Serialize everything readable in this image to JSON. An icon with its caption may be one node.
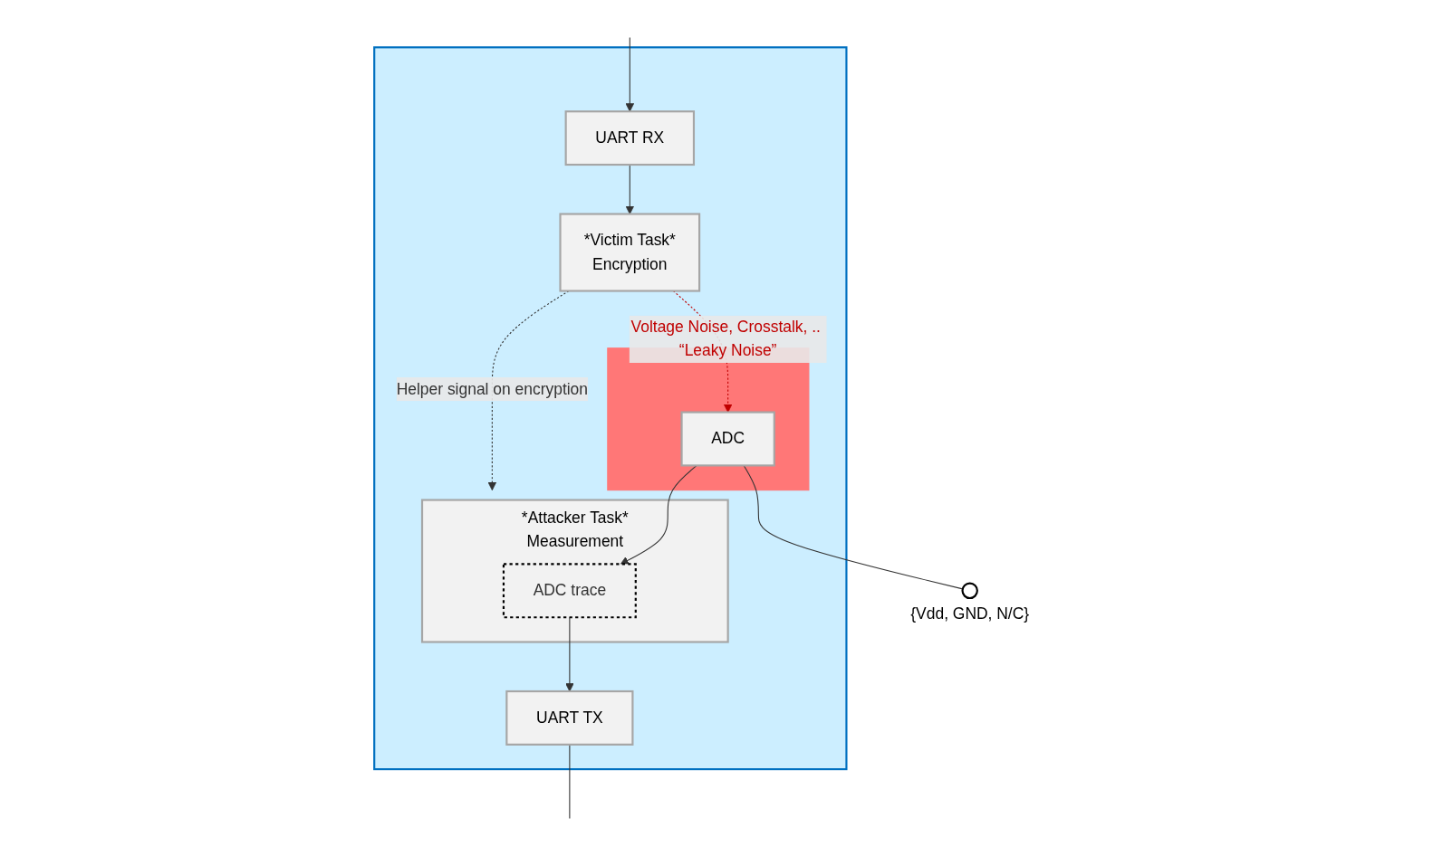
{
  "diagram": {
    "nodes": [
      {
        "text": [],
        "shape": "box"
      },
      {
        "text": [
          "*Victim Task*",
          "Encryption"
        ],
        "in": 0
      },
      {
        "text": [
          "*Attacker Task*",
          "Measurement"
        ],
        "in": 0
      },
      {
        "text": [
          "ADC trace"
        ],
        "in": 2
      },
      {
        "text": [
          "UART TX"
        ],
        "in": 0
      },
      {
        "text": [],
        "shape": "box",
        "in": 0
      },
      {
        "text": [
          "ADC"
        ],
        "in": 5
      },
      {
        "text": [
          "UART RX"
        ],
        "in": 0
      },
      {
        "text": [],
        "shape": "circle",
        "beside": [
          "{Vdd, GND, N/C}"
        ]
      }
    ],
    "edges": [
      {
        "from": 1,
        "to": 2,
        "arrow": "to",
        "label": "Helper signal on encryption",
        "style": "dashed"
      },
      {
        "from": 1,
        "to": 6,
        "arrow": "to",
        "label": "Voltage Noise, Crosstalk, .. “Leaky Noise”",
        "style": "dashed",
        "color": "#c00000"
      },
      {
        "from": 6,
        "to": 3,
        "arrow": "to"
      },
      {
        "from": 3,
        "to": 4,
        "arrow": "to"
      },
      {
        "from": 6,
        "to": 8,
        "arrow": "none"
      },
      {
        "from": 7,
        "to": 1,
        "arrow": "to"
      },
      {
        "from": 4,
        "to": null,
        "arrow": "none"
      },
      {
        "from": null,
        "to": 7,
        "arrow": "to"
      }
    ]
  }
}
